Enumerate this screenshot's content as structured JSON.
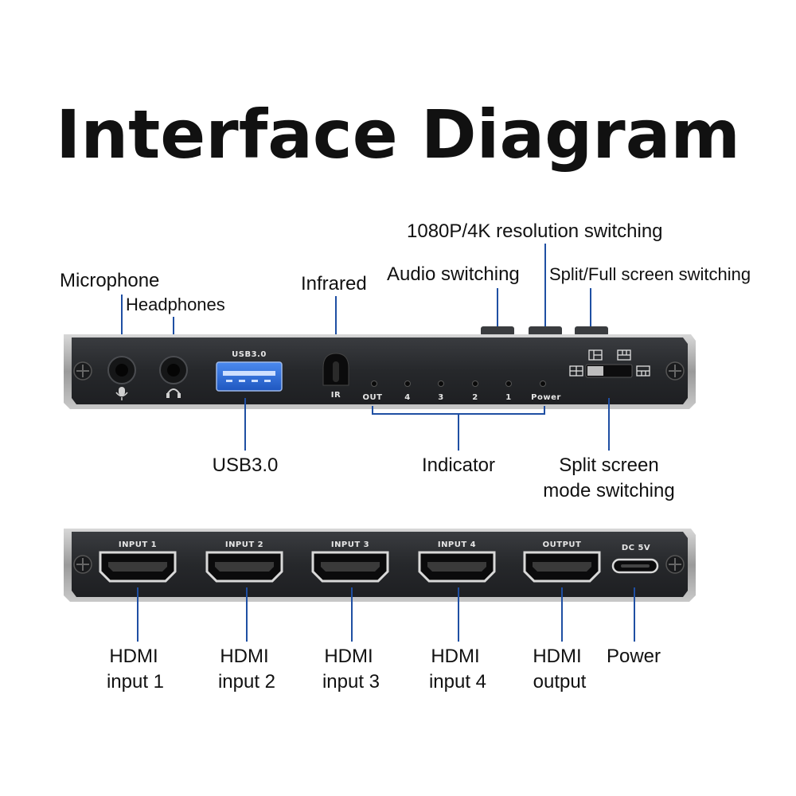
{
  "title": "Interface Diagram",
  "top_labels": {
    "microphone": "Microphone",
    "headphones": "Headphones",
    "infrared": "Infrared",
    "audio_switching": "Audio switching",
    "resolution_switching": "1080P/4K resolution switching",
    "split_full_switching": "Split/Full screen switching",
    "usb": "USB3.0",
    "indicator": "Indicator",
    "split_mode_line1": "Split screen",
    "split_mode_line2": "mode switching"
  },
  "front_panel": {
    "usb_port_label": "USB3.0",
    "ir_label": "IR",
    "leds": [
      "OUT",
      "4",
      "3",
      "2",
      "1",
      "Power"
    ]
  },
  "back_panel": {
    "ports": [
      "INPUT 1",
      "INPUT 2",
      "INPUT 3",
      "INPUT 4",
      "OUTPUT"
    ],
    "power_label": "DC 5V"
  },
  "bottom_labels": [
    {
      "line1": "HDMI",
      "line2": "input 1"
    },
    {
      "line1": "HDMI",
      "line2": "input 2"
    },
    {
      "line1": "HDMI",
      "line2": "input 3"
    },
    {
      "line1": "HDMI",
      "line2": "input 4"
    },
    {
      "line1": "HDMI",
      "line2": "output"
    },
    {
      "line1": "Power",
      "line2": ""
    }
  ],
  "colors": {
    "leader": "#1f4fa3",
    "panel": "#2b2d30",
    "usb_blue": "#2f6fd6"
  }
}
